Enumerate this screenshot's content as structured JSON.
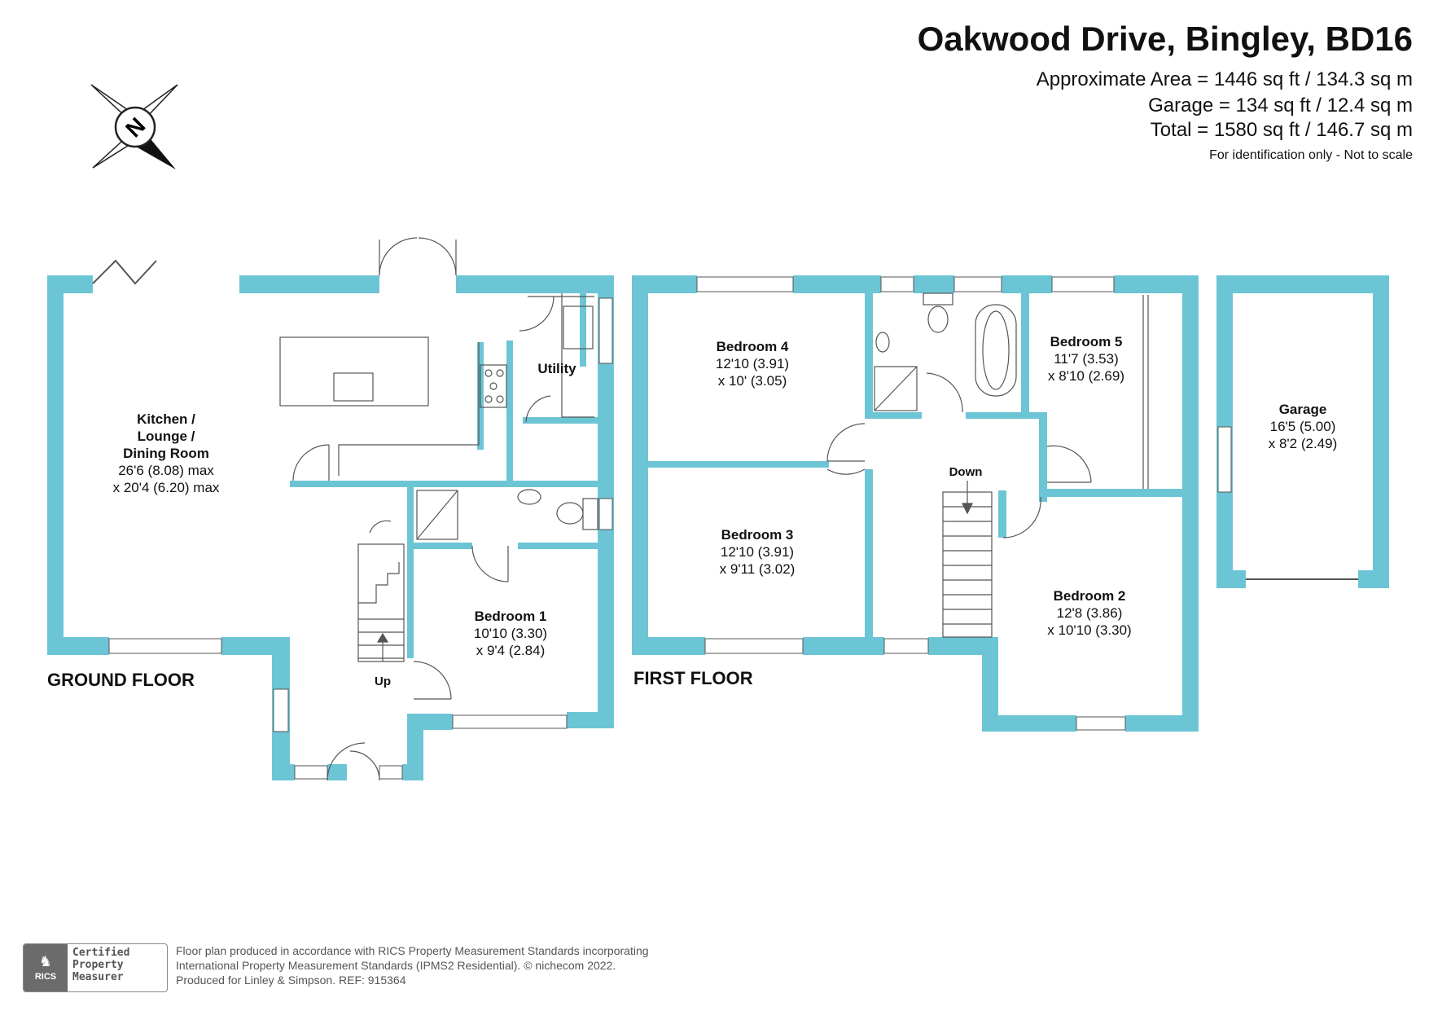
{
  "header": {
    "title": "Oakwood Drive, Bingley, BD16",
    "approximate_area": "Approximate Area = 1446 sq ft / 134.3 sq m",
    "garage_area": "Garage = 134 sq ft / 12.4 sq m",
    "total_area": "Total = 1580 sq ft / 146.7 sq m",
    "disclaimer": "For identification only - Not to scale"
  },
  "compass": {
    "letter": "N",
    "icon": "compass-north-icon"
  },
  "colors": {
    "wall": "#6cc5d4",
    "fixture_stroke": "#555555",
    "background": "#ffffff"
  },
  "ground_floor": {
    "label": "GROUND FLOOR",
    "stairs_label": "Up",
    "rooms": {
      "kitchen": {
        "line1": "Kitchen /",
        "line2": "Lounge /",
        "line3": "Dining Room",
        "dim1": "26'6 (8.08) max",
        "dim2": "x 20'4 (6.20) max"
      },
      "utility": {
        "name": "Utility"
      },
      "bedroom1": {
        "name": "Bedroom 1",
        "dim1": "10'10 (3.30)",
        "dim2": "x 9'4 (2.84)"
      }
    }
  },
  "first_floor": {
    "label": "FIRST FLOOR",
    "stairs_label": "Down",
    "rooms": {
      "bedroom4": {
        "name": "Bedroom 4",
        "dim1": "12'10 (3.91)",
        "dim2": "x 10' (3.05)"
      },
      "bedroom5": {
        "name": "Bedroom 5",
        "dim1": "11'7 (3.53)",
        "dim2": "x 8'10 (2.69)"
      },
      "bedroom3": {
        "name": "Bedroom 3",
        "dim1": "12'10 (3.91)",
        "dim2": "x 9'11 (3.02)"
      },
      "bedroom2": {
        "name": "Bedroom 2",
        "dim1": "12'8 (3.86)",
        "dim2": "x 10'10 (3.30)"
      }
    }
  },
  "garage": {
    "name": "Garage",
    "dim1": "16'5 (5.00)",
    "dim2": "x 8'2 (2.49)"
  },
  "footer": {
    "line1": "Floor plan produced in accordance with RICS Property Measurement Standards incorporating",
    "line2": "International Property Measurement Standards (IPMS2 Residential).   © nichecom 2022.",
    "line3": "Produced for Linley & Simpson.   REF: 915364",
    "badge": {
      "org": "RICS",
      "line1": "Certified",
      "line2": "Property",
      "line3": "Measurer"
    }
  }
}
